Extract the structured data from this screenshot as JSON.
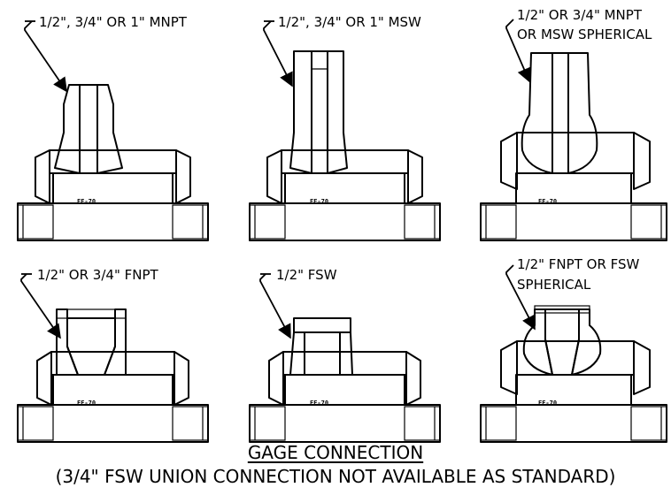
{
  "title": "GAGE CONNECTION",
  "note": "(3/4\" FSW UNION CONNECTION NOT AVAILABLE AS STANDARD)",
  "base_marking": "FE-70",
  "fittings": [
    {
      "label": [
        "1/2\", 3/4\" OR 1\" MNPT"
      ]
    },
    {
      "label": [
        "1/2\", 3/4\" OR 1\" MSW"
      ]
    },
    {
      "label": [
        "1/2\" OR 3/4\" MNPT",
        "OR MSW SPHERICAL"
      ]
    },
    {
      "label": [
        "1/2\" OR 3/4\" FNPT"
      ]
    },
    {
      "label": [
        "1/2\" FSW"
      ]
    },
    {
      "label": [
        "1/2\" FNPT OR FSW",
        "SPHERICAL"
      ]
    }
  ]
}
